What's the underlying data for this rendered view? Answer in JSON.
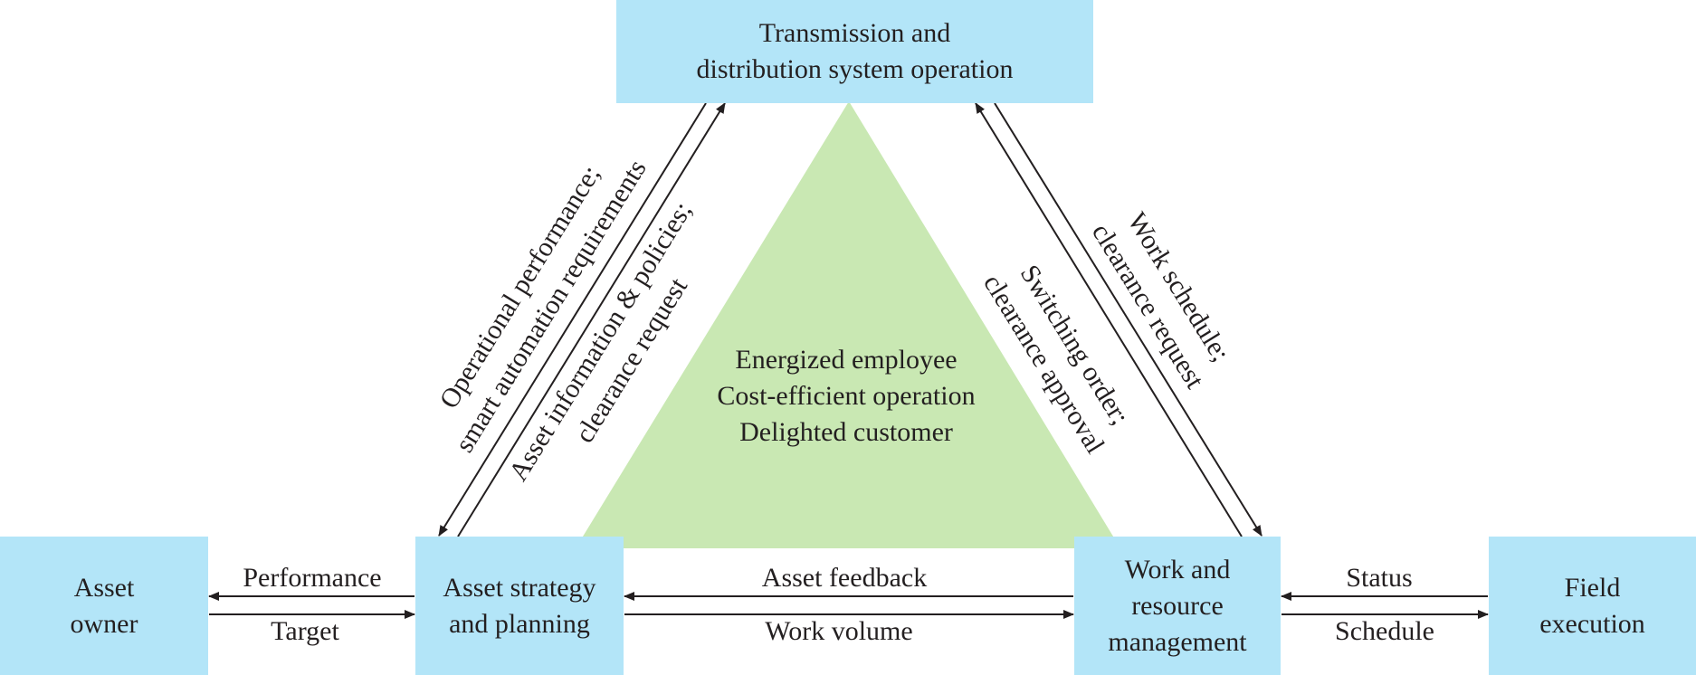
{
  "colors": {
    "box_fill": "#b3e5f8",
    "triangle_fill": "#c9e8b3",
    "line": "#231f20"
  },
  "boxes": {
    "tdso": [
      "Transmission and",
      "distribution system operation"
    ],
    "asset_owner": [
      "Asset",
      "owner"
    ],
    "asset_strategy": [
      "Asset strategy",
      "and planning"
    ],
    "work_resource": [
      "Work and",
      "resource",
      "management"
    ],
    "field_execution": [
      "Field",
      "execution"
    ]
  },
  "center_values": [
    "Energized employee",
    "Cost-efficient operation",
    "Delighted customer"
  ],
  "flows": {
    "performance": "Performance",
    "target": "Target",
    "asset_feedback": "Asset feedback",
    "work_volume": "Work volume",
    "status": "Status",
    "schedule": "Schedule",
    "operational_performance": [
      "Operational performance;",
      "smart automation requirements"
    ],
    "asset_information": [
      "Asset information & policies;",
      "clearance request"
    ],
    "switching_order": [
      "Switching order;",
      "clearance approval"
    ],
    "work_schedule": [
      "Work schedule;",
      "clearance request"
    ]
  }
}
